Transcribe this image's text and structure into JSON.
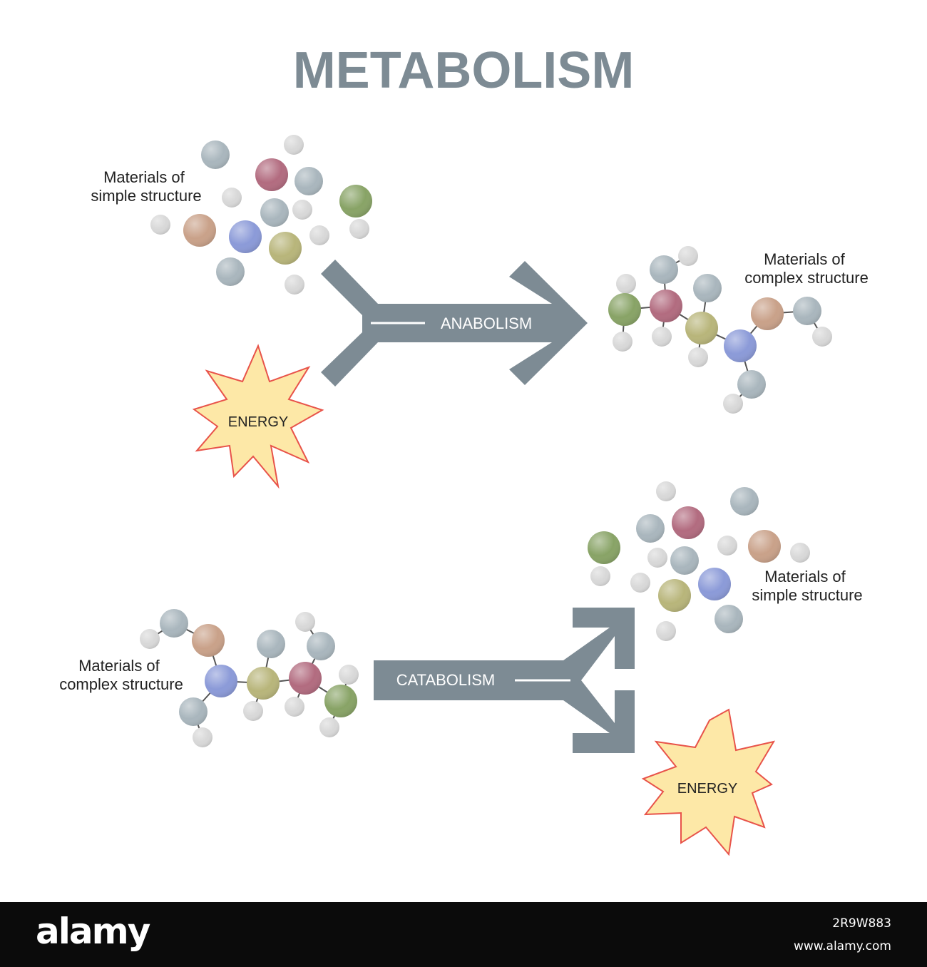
{
  "title": "METABOLISM",
  "anabolism": {
    "label": "ANABOLISM",
    "input_label": [
      "Materials of",
      "simple structure"
    ],
    "output_label": [
      "Materials of",
      "complex structure"
    ],
    "energy_label": "ENERGY"
  },
  "catabolism": {
    "label": "CATABOLISM",
    "input_label": [
      "Materials of",
      "complex structure"
    ],
    "output_label": [
      "Materials of",
      "simple structure"
    ],
    "energy_label": "ENERGY"
  },
  "footer": {
    "logo": "alamy",
    "image_id": "2R9W883",
    "url": "www.alamy.com"
  },
  "colors": {
    "title": "#7d8b94",
    "arrow": "#7d8b94",
    "label_on_arrow": "#ffffff",
    "starburst_fill": "#fde8a7",
    "starburst_stroke": "#e8534a",
    "atom_gray": "#a9b6bd",
    "atom_white": "#d8d8d8",
    "atom_red": "#b26b7f",
    "atom_green": "#88a366",
    "atom_blue": "#8b9ad8",
    "atom_yellow": "#b8b57a",
    "atom_tan": "#c9a189",
    "bond": "#555555"
  }
}
